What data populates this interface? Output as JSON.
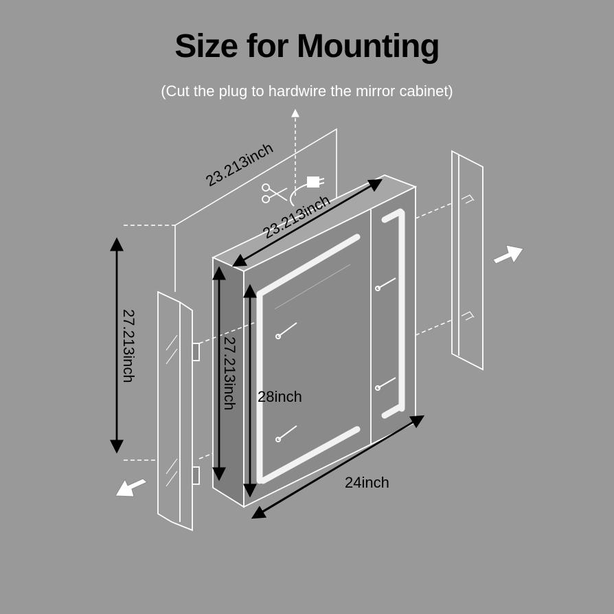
{
  "title": "Size for Mounting",
  "subtitle": "(Cut the plug to hardwire the mirror cabinet)",
  "dimensions": {
    "top_depth_outer": "23.213inch",
    "top_depth_inner": "23.213inch",
    "left_height_outer": "27.213inch",
    "left_height_inner": "27.213inch",
    "front_height": "28inch",
    "front_width": "24inch"
  },
  "icons": [
    "scissors-icon",
    "plug-icon",
    "screw-icon",
    "arrow-icon"
  ],
  "colors": {
    "background": "#999999",
    "lines": "#ffffff",
    "arrows": "#000000",
    "glow": "#f2f2f2"
  }
}
